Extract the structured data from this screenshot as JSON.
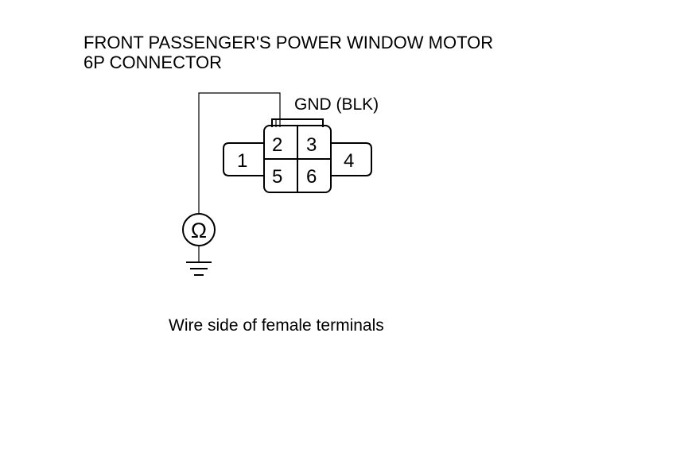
{
  "title": {
    "line1": "FRONT PASSENGER'S POWER WINDOW MOTOR",
    "line2": "6P CONNECTOR"
  },
  "terminal_label": "GND (BLK)",
  "terminals": [
    "1",
    "2",
    "3",
    "4",
    "5",
    "6"
  ],
  "meter_symbol": "Ω",
  "meter_icon": "ohmmeter-icon",
  "ground_icon": "ground-icon",
  "caption": "Wire side of female terminals"
}
